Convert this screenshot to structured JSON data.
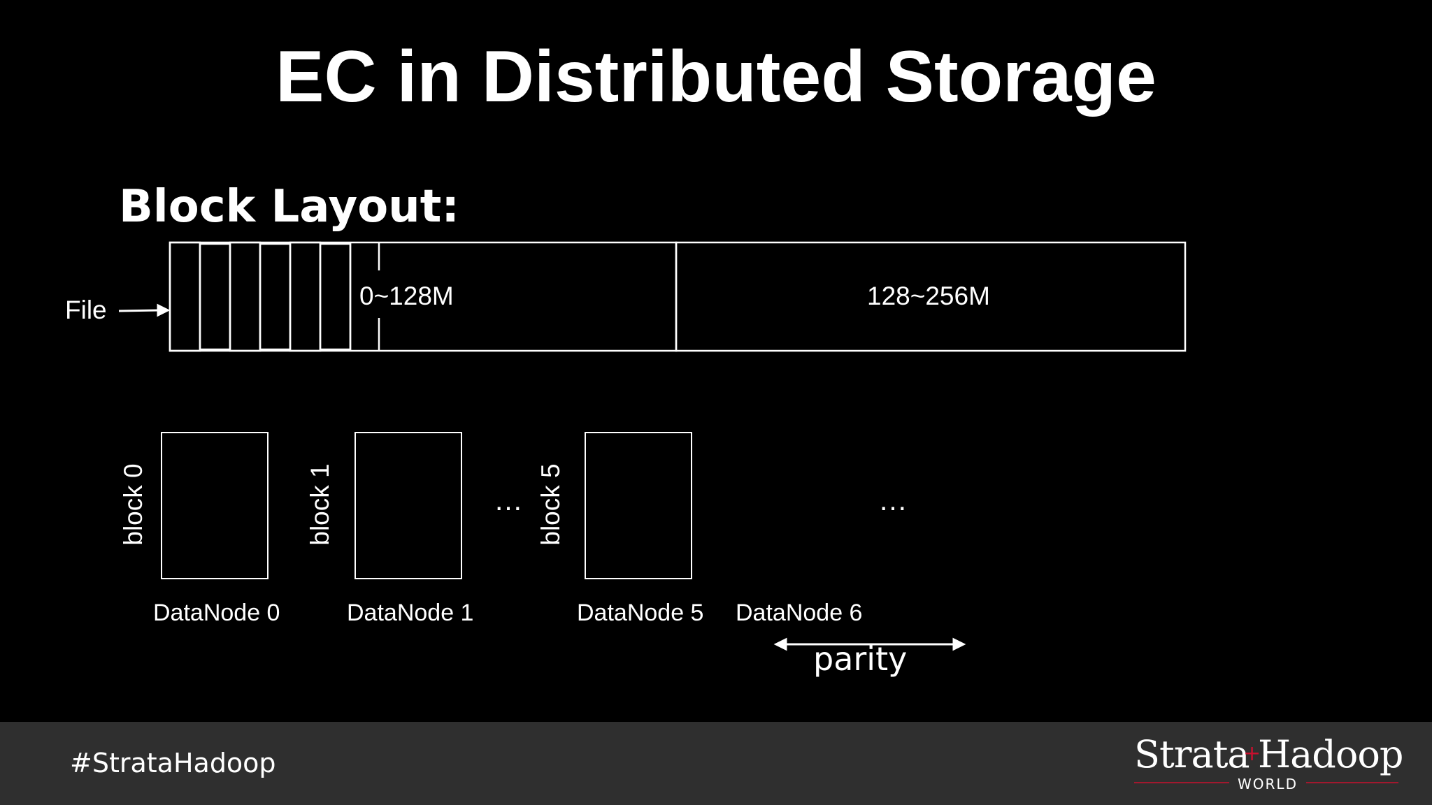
{
  "slide": {
    "title": "EC in Distributed Storage",
    "subtitle": "Block Layout:"
  },
  "file_bar": {
    "file_label": "File",
    "range_first": "0~128M",
    "range_second": "128~256M"
  },
  "nodes": [
    {
      "block_label": "block 0",
      "node_label": "DataNode 0"
    },
    {
      "block_label": "block 1",
      "node_label": "DataNode 1"
    },
    {
      "block_label": "block 5",
      "node_label": "DataNode 5"
    },
    {
      "node_label": "DataNode 6"
    }
  ],
  "ellipsis": "…",
  "parity_label": "parity",
  "footer": {
    "hashtag": "#StrataHadoop",
    "logo_text": "Strata+Hadoop WORLD"
  },
  "colors": {
    "background": "#000000",
    "foreground": "#ffffff",
    "footer_bg": "#2f2f2f",
    "logo_red": "#c8102e"
  }
}
